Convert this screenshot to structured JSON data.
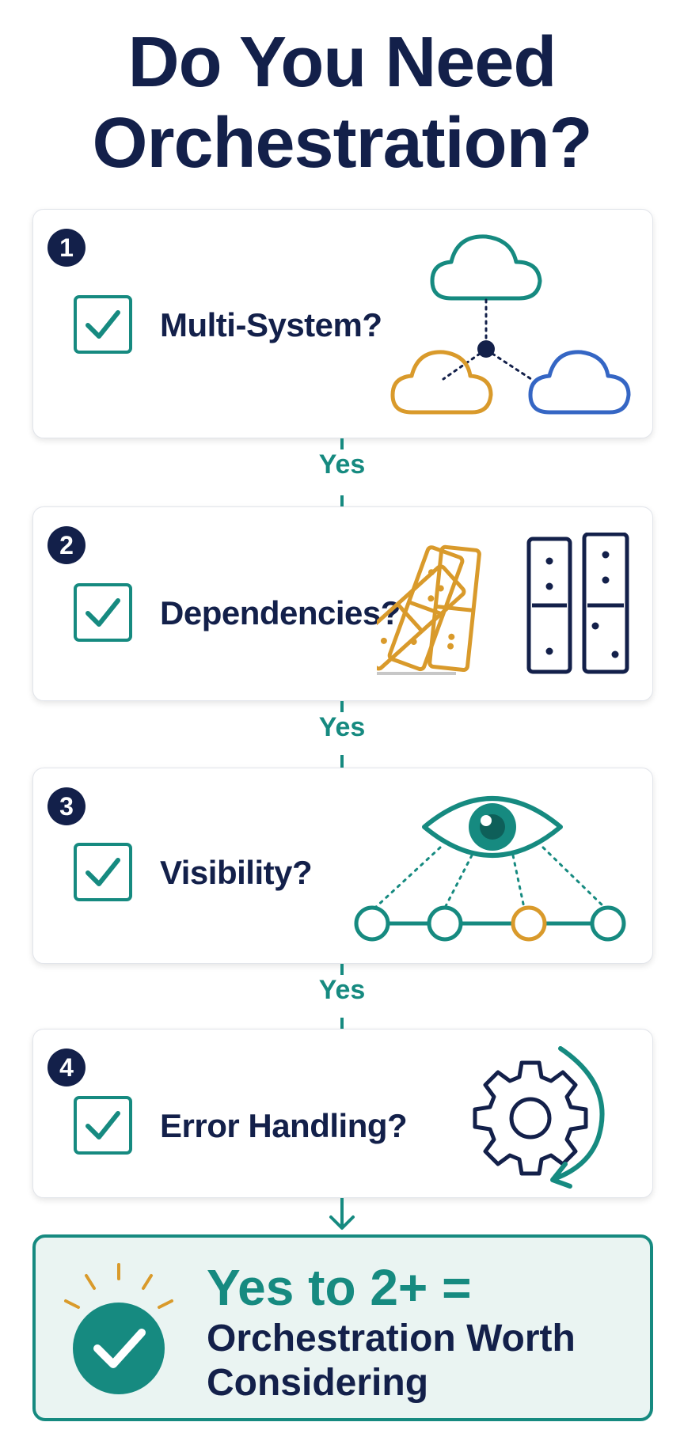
{
  "title": {
    "line1": "Do You Need",
    "line2": "Orchestration?"
  },
  "steps": [
    {
      "number": "1",
      "label": "Multi-System?",
      "icon": "cloud-network-icon"
    },
    {
      "number": "2",
      "label": "Dependencies?",
      "icon": "dominoes-icon"
    },
    {
      "number": "3",
      "label": "Visibility?",
      "icon": "eye-network-icon"
    },
    {
      "number": "4",
      "label": "Error Handling?",
      "icon": "gear-retry-icon"
    }
  ],
  "connectors": [
    {
      "label": "Yes"
    },
    {
      "label": "Yes"
    },
    {
      "label": "Yes"
    },
    {
      "label": ""
    }
  ],
  "result": {
    "line1": "Yes to 2+ =",
    "line2": "Orchestration Worth",
    "line3": "Considering",
    "icon": "check-circle-icon"
  },
  "colors": {
    "navy": "#13204a",
    "teal": "#168a80",
    "orange": "#d99a2b",
    "blue": "#3566c4"
  }
}
